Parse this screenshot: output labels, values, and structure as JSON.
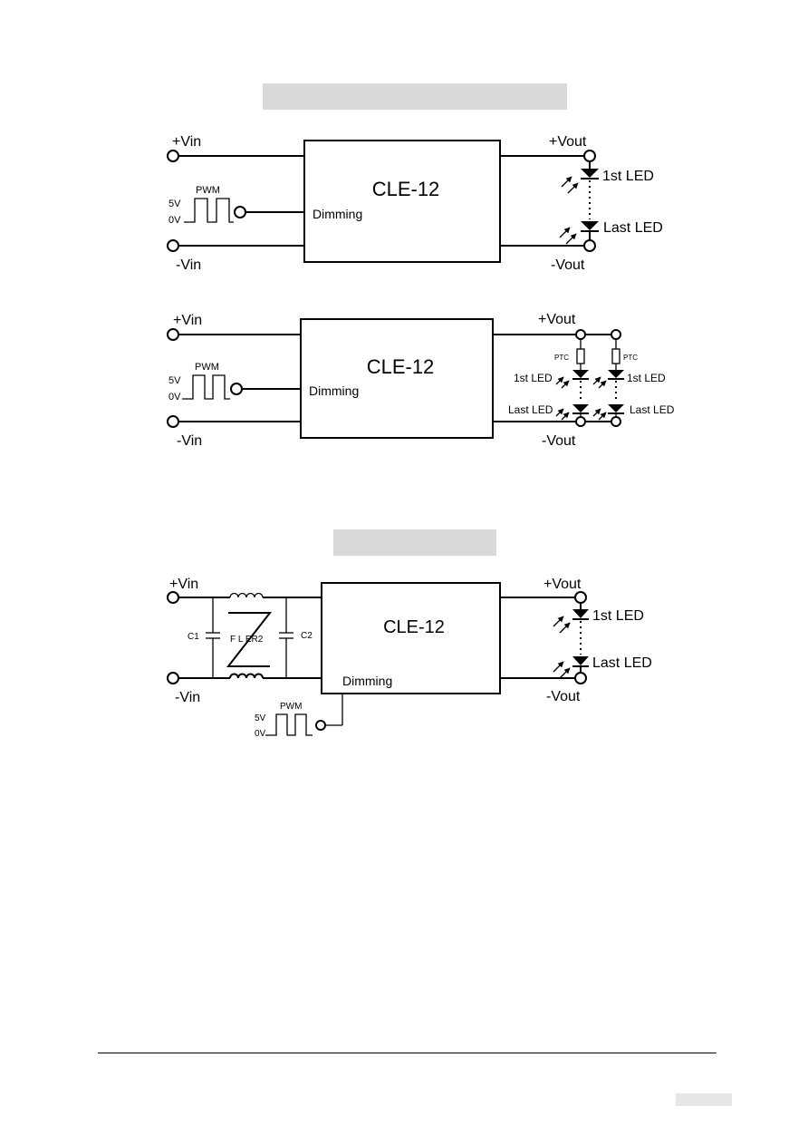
{
  "diagram1": {
    "module": "CLE-12",
    "vin_pos": "+Vin",
    "vin_neg": "-Vin",
    "vout_pos": "+Vout",
    "vout_neg": "-Vout",
    "dimming": "Dimming",
    "pwm": "PWM",
    "v5": "5V",
    "v0": "0V",
    "first_led": "1st LED",
    "last_led": "Last LED"
  },
  "diagram2": {
    "module": "CLE-12",
    "vin_pos": "+Vin",
    "vin_neg": "-Vin",
    "vout_pos": "+Vout",
    "vout_neg": "-Vout",
    "dimming": "Dimming",
    "pwm": "PWM",
    "v5": "5V",
    "v0": "0V",
    "ptc": "PTC",
    "first_led": "1st LED",
    "last_led": "Last LED"
  },
  "diagram3": {
    "module": "CLE-12",
    "vin_pos": "+Vin",
    "vin_neg": "-Vin",
    "vout_pos": "+Vout",
    "vout_neg": "-Vout",
    "dimming": "Dimming",
    "pwm": "PWM",
    "v5": "5V",
    "v0": "0V",
    "c1": "C1",
    "c2": "C2",
    "filter": "F L  ER2",
    "first_led": "1st LED",
    "last_led": "Last LED"
  }
}
